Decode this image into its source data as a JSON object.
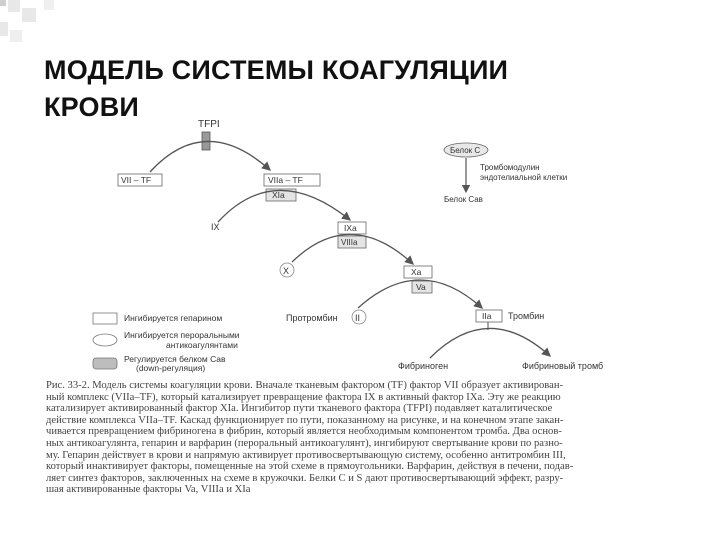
{
  "slide": {
    "title_line1": "МОДЕЛЬ СИСТЕМЫ КОАГУЛЯЦИИ",
    "title_line2": "КРОВИ"
  },
  "diagram": {
    "tfpi": "TFPI",
    "vii_tf": "VII – TF",
    "viia_tf": "VIIa – TF",
    "xia": "XIa",
    "ix": "IX",
    "ixa": "IXa",
    "viiia": "VIIIa",
    "x": "X",
    "xa": "Xa",
    "va": "Va",
    "prothrombin": "Протромбин",
    "ii": "II",
    "iia": "IIa",
    "thrombin": "Тромбин",
    "fibrinogen": "Фибриноген",
    "fibrin_clot": "Фибриновый тромб",
    "protein_c": "Белок C",
    "thrombomodulin_line1": "Тромбомодулин",
    "thrombomodulin_line2": "эндотелиальной клетки",
    "protein_ca": "Белок Сав"
  },
  "legend": {
    "heparin": "Ингибируется гепарином",
    "oral_line1": "Ингибируется пероральными",
    "oral_line2": "антикоагулянтами",
    "regulated_line1": "Регулируется белком Сав",
    "regulated_line2": "(down-регуляция)"
  },
  "caption": {
    "lines": [
      "Рис. 33-2. Модель системы коагуляции крови. Вначале тканевым фактором (TF) фактор VII образует активирован-",
      "ный комплекс (VIIa–TF), который катализирует превращение фактора IX в активный фактор IXa. Эту же реакцию",
      "катализирует активированный фактор XIa. Ингибитор пути тканевого фактора (TFPI) подавляет каталитическое",
      "действие комплекса VIIa–TF. Каскад функционирует по пути, показанному на рисунке, и на конечном этапе закан-",
      "чивается превращением фибриногена в фибрин, который является необходимым компонентом тромба. Два основ-",
      "ных антикоагулянта, гепарин и варфарин (пероральный антикоагулянт), ингибируют свертывание крови по разно-",
      "му. Гепарин действует в крови и напрямую активирует противосвертывающую систему, особенно антитромбин III,",
      "который инактивирует факторы, помещенные на этой схеме в прямоугольники. Варфарин, действуя в печени, подав-",
      "ляет синтез факторов, заключенных на схеме в кружочки. Белки С и S дают противосвертывающий эффект, разру-",
      "шая активированные факторы Va, VIIIa и XIa"
    ]
  }
}
